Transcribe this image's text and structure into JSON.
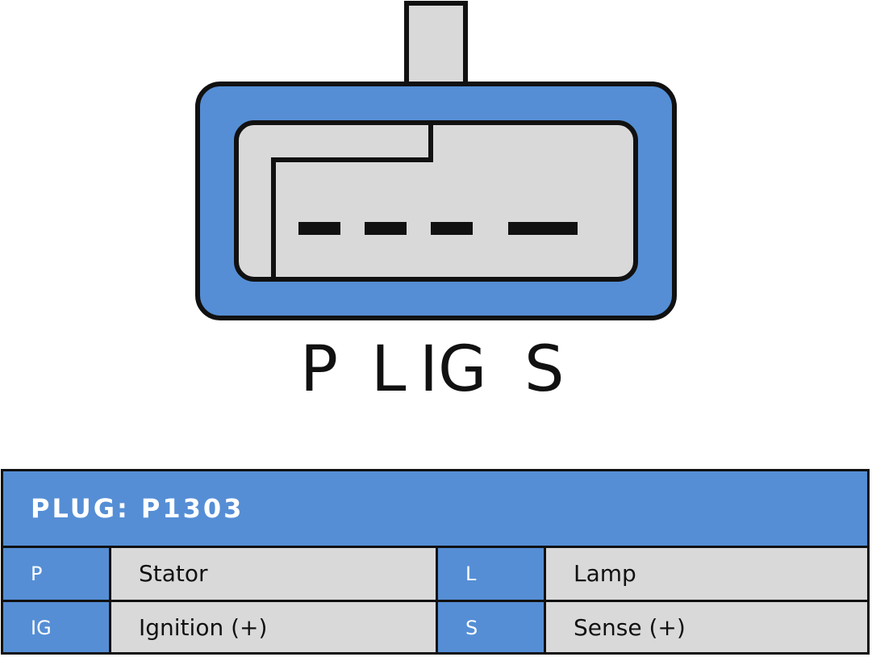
{
  "connector": {
    "body_color": "#558ed5",
    "face_color": "#d9d9d9",
    "outline_color": "#111111",
    "pin_labels": [
      "P",
      "L",
      "IG",
      "S"
    ]
  },
  "table": {
    "title": "PLUG: P1303",
    "header_color": "#558ed5",
    "rows": [
      [
        {
          "code": "P",
          "description": "Stator"
        },
        {
          "code": "L",
          "description": "Lamp"
        }
      ],
      [
        {
          "code": "IG",
          "description": "Ignition (+)"
        },
        {
          "code": "S",
          "description": "Sense (+)"
        }
      ]
    ]
  }
}
